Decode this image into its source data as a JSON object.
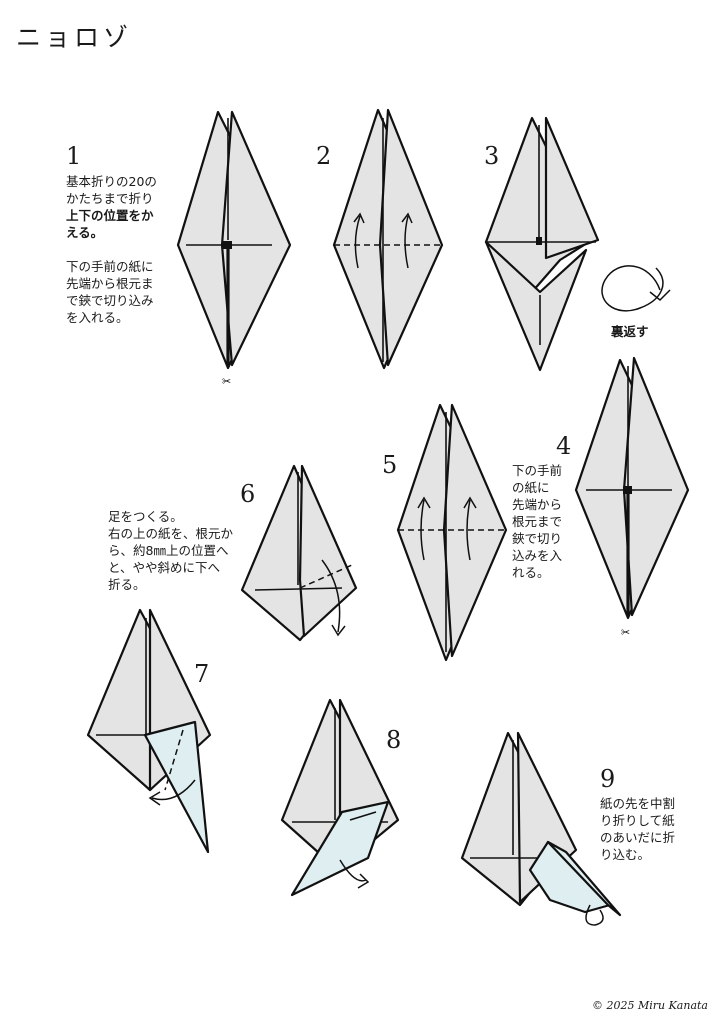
{
  "title": "ニョロゾ",
  "steps": [
    {
      "number": "1",
      "text_lines": [
        "基本折りの20の",
        "かたちまで折り"
      ],
      "bold_lines": [
        "上下の位置をか",
        "える。"
      ],
      "text2_lines": [
        "下の手前の紙に",
        "先端から根元ま",
        "で鋏で切り込み",
        "を入れる。"
      ]
    },
    {
      "number": "2"
    },
    {
      "number": "3",
      "label": "裏返す"
    },
    {
      "number": "4",
      "text_lines": [
        "下の手前",
        "の紙に",
        "先端から",
        "根元まで",
        "鋏で切り",
        "込みを入",
        "れる。"
      ]
    },
    {
      "number": "5"
    },
    {
      "number": "6",
      "text_lines": [
        "足をつくる。",
        "右の上の紙を、根元か",
        "ら、約8㎜上の位置へ",
        "と、やや斜めに下へ",
        "折る。"
      ]
    },
    {
      "number": "7"
    },
    {
      "number": "8"
    },
    {
      "number": "9",
      "text_lines": [
        "紙の先を中割",
        "り折りして紙",
        "のあいだに折",
        "り込む。"
      ]
    }
  ],
  "copyright": "© 2025 Miru Kanata",
  "colors": {
    "paper": "#e4e4e4",
    "paper_back": "#dfeef0",
    "line": "#111111"
  }
}
